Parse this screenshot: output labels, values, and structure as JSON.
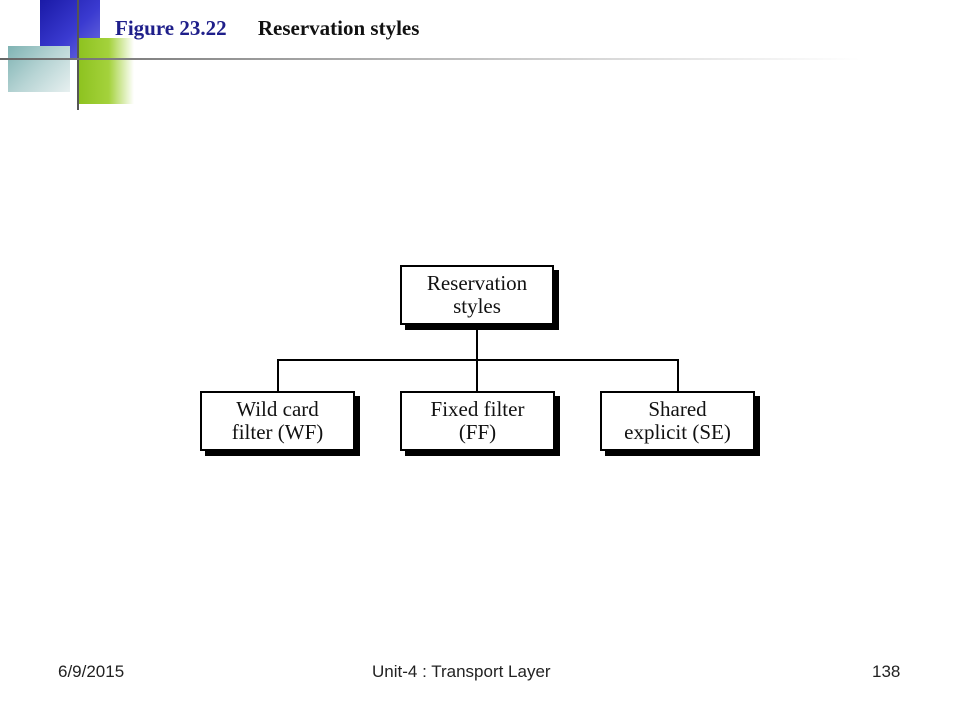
{
  "slide": {
    "figure_number": "Figure 23.22",
    "figure_title": "Reservation styles"
  },
  "diagram": {
    "root": {
      "line1": "Reservation",
      "line2": "styles"
    },
    "children": [
      {
        "line1": "Wild card",
        "line2": "filter (WF)"
      },
      {
        "line1": "Fixed filter",
        "line2": "(FF)"
      },
      {
        "line1": "Shared",
        "line2": "explicit (SE)"
      }
    ]
  },
  "footer": {
    "date": "6/9/2015",
    "center": "Unit-4 : Transport Layer",
    "page_number": "138"
  }
}
